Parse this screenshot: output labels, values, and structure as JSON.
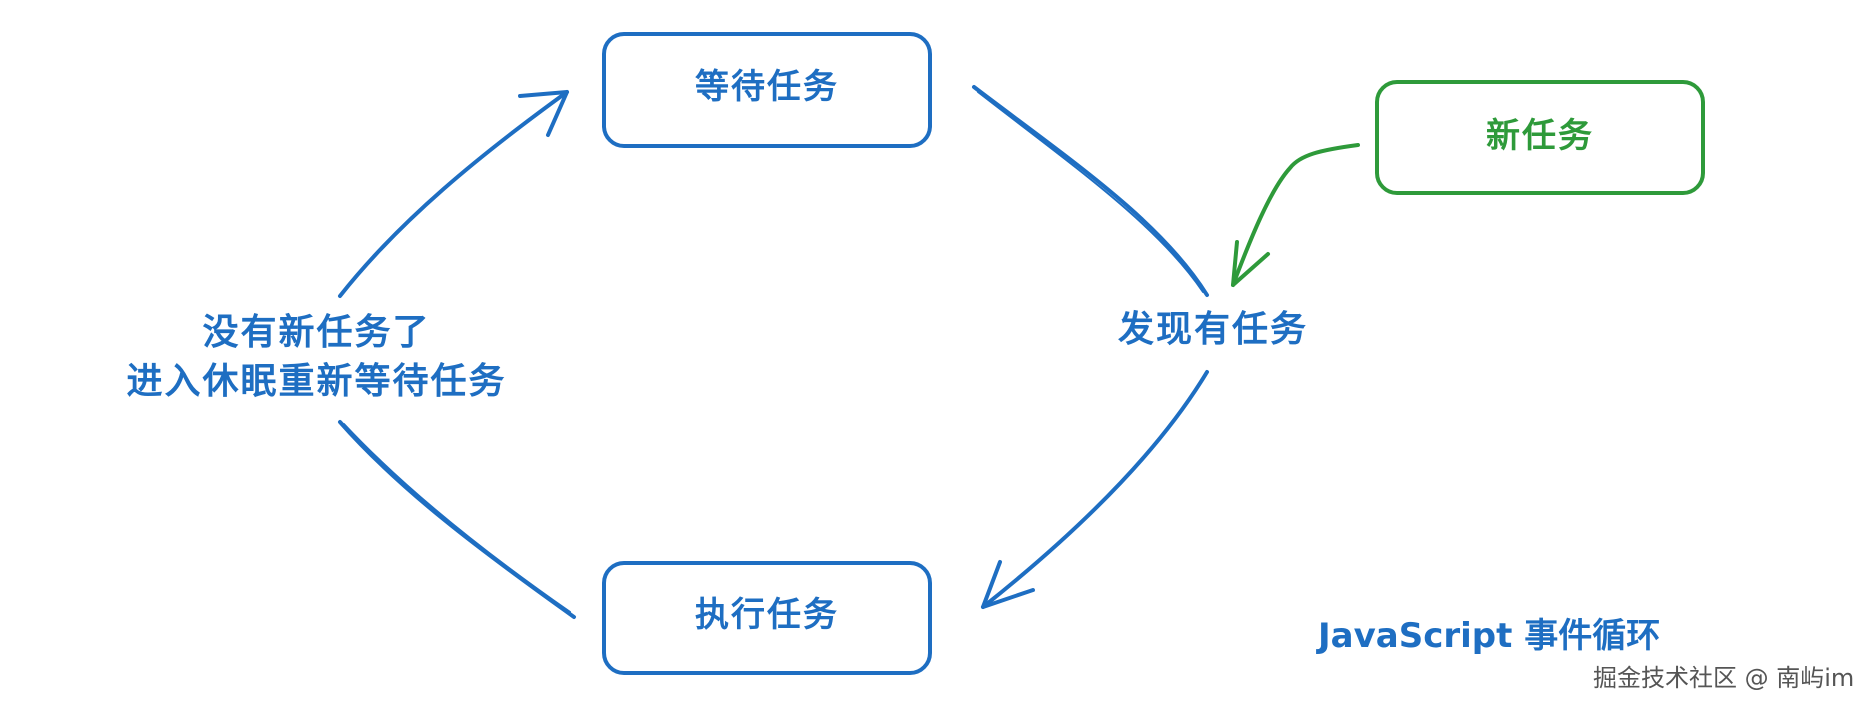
{
  "nodes": {
    "waiting": {
      "label": "等待任务"
    },
    "executing": {
      "label": "执行任务"
    },
    "new_task": {
      "label": "新任务"
    }
  },
  "edge_labels": {
    "found_task": "发现有任务",
    "no_task_line1": "没有新任务了",
    "no_task_line2": "进入休眠重新等待任务"
  },
  "title": "JavaScript 事件循环",
  "watermark": "掘金技术社区 @ 南屿im",
  "colors": {
    "main": "#1e6ec2",
    "accent": "#2e9a3a"
  }
}
